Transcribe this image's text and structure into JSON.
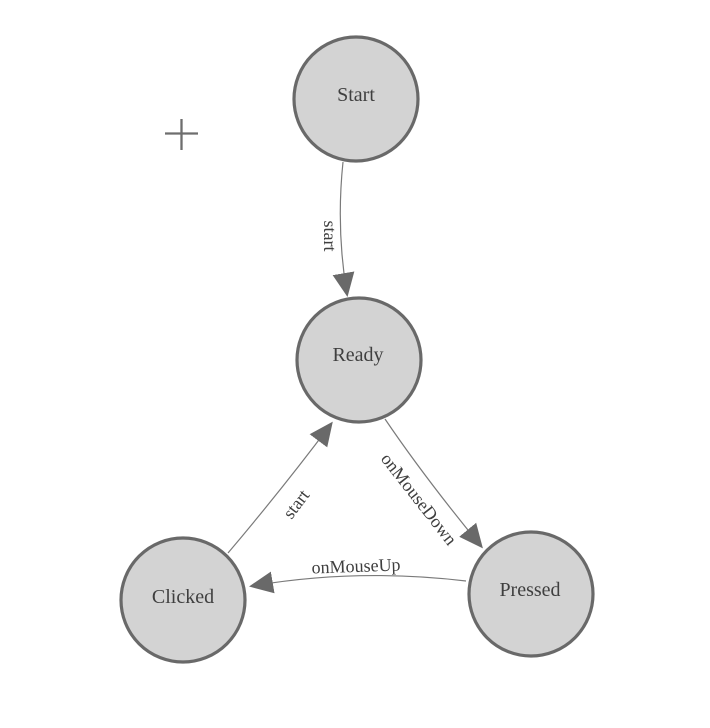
{
  "app": {
    "view": "state-machine-canvas",
    "background_color": "#ffffff"
  },
  "palette": {
    "node_fill": "#d3d3d3",
    "node_stroke": "#696969",
    "edge_color": "#7a7a7a",
    "arrow_color": "#696969",
    "text_color": "#3f3f3f",
    "crosshair_color": "#6e6e6e"
  },
  "diagram": {
    "type": "finite-state-machine",
    "nodes": [
      {
        "id": "start",
        "label": "Start"
      },
      {
        "id": "ready",
        "label": "Ready"
      },
      {
        "id": "clicked",
        "label": "Clicked"
      },
      {
        "id": "pressed",
        "label": "Pressed"
      }
    ],
    "edges": [
      {
        "from": "Start",
        "to": "Ready",
        "label": "start"
      },
      {
        "from": "Clicked",
        "to": "Ready",
        "label": "start"
      },
      {
        "from": "Ready",
        "to": "Pressed",
        "label": "onMouseDown"
      },
      {
        "from": "Pressed",
        "to": "Clicked",
        "label": "onMouseUp"
      }
    ],
    "cursor": {
      "icon": "crosshair"
    }
  }
}
